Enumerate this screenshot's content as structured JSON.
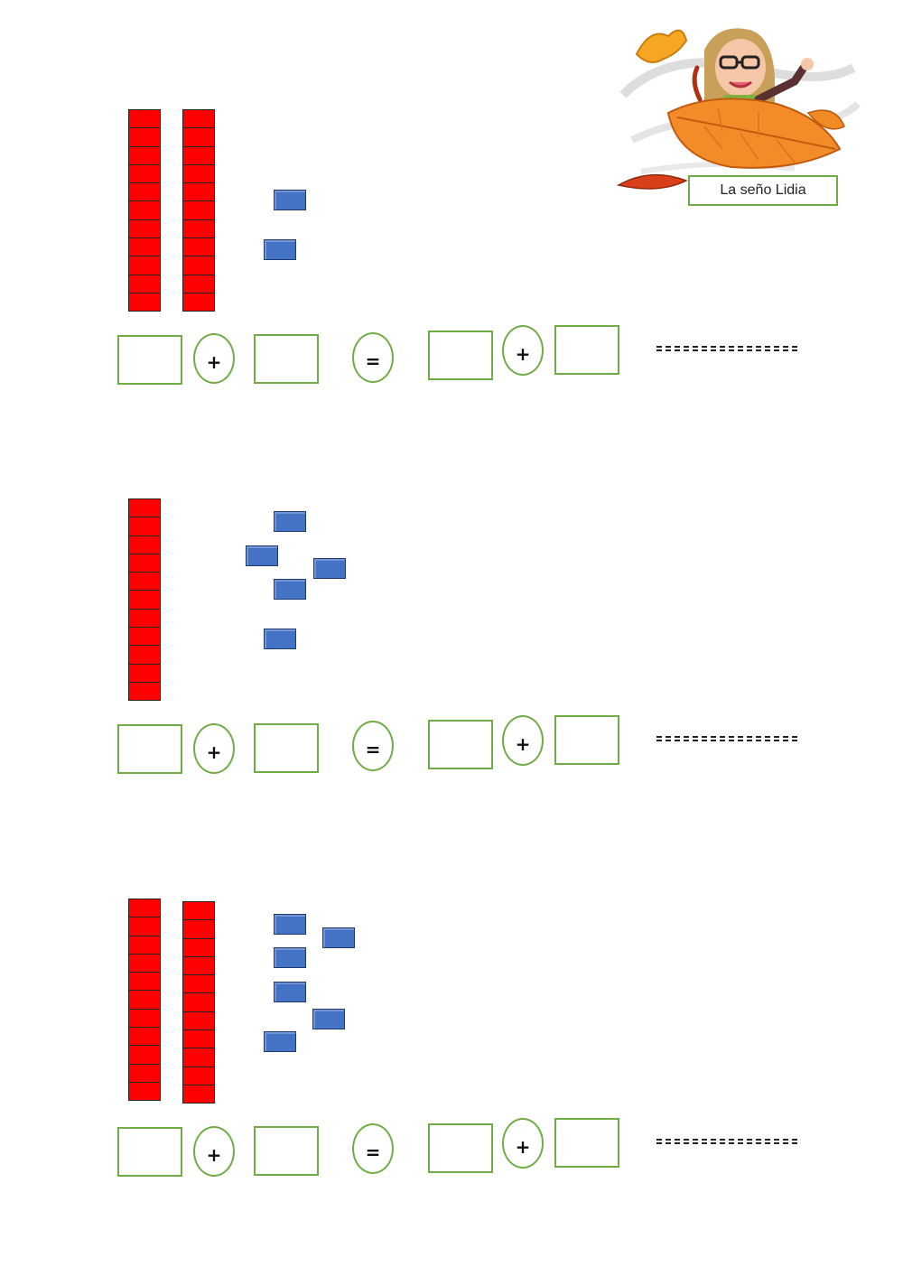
{
  "header": {
    "teacher_name": "La seño Lidia"
  },
  "exercises": [
    {
      "tens": 2,
      "ones": 2,
      "plus_symbol": "+",
      "equals_symbol": "=",
      "result_plus_symbol": "+"
    },
    {
      "tens": 1,
      "ones": 5,
      "plus_symbol": "+",
      "equals_symbol": "=",
      "result_plus_symbol": "+"
    },
    {
      "tens": 2,
      "ones": 6,
      "plus_symbol": "+",
      "equals_symbol": "=",
      "result_plus_symbol": "+"
    }
  ],
  "colors": {
    "ten_rod": "#ff0000",
    "unit_cube": "#4472c4",
    "box_border": "#70ad47"
  }
}
